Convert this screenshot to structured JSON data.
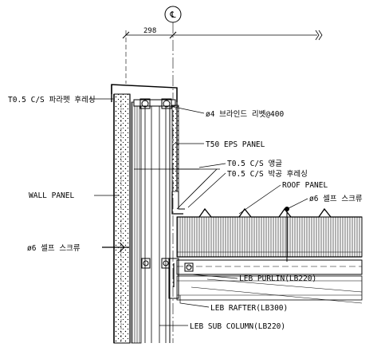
{
  "drawing": {
    "centerline_symbol": "℄",
    "dimension": "298",
    "labels": {
      "parapet_flashing": "T0.5 C/S 파라펫 후레싱",
      "blind_rivet": "ø4 브라인드 리벳@400",
      "eps_panel": "T50 EPS PANEL",
      "angle": "T0.5 C/S 앵글",
      "wall_flashing": "T0.5 C/S 박공 후레싱",
      "roof_panel": "ROOF PANEL",
      "roof_screw": "ø6 셀프 스크류",
      "wall_panel": "WALL PANEL",
      "wall_screw": "ø6 셀프 스크류",
      "purlin": "LEB PURLIN(LB220)",
      "rafter": "LEB RAFTER(LB300)",
      "sub_column": "LEB SUB COLUMN(LB220)"
    }
  }
}
